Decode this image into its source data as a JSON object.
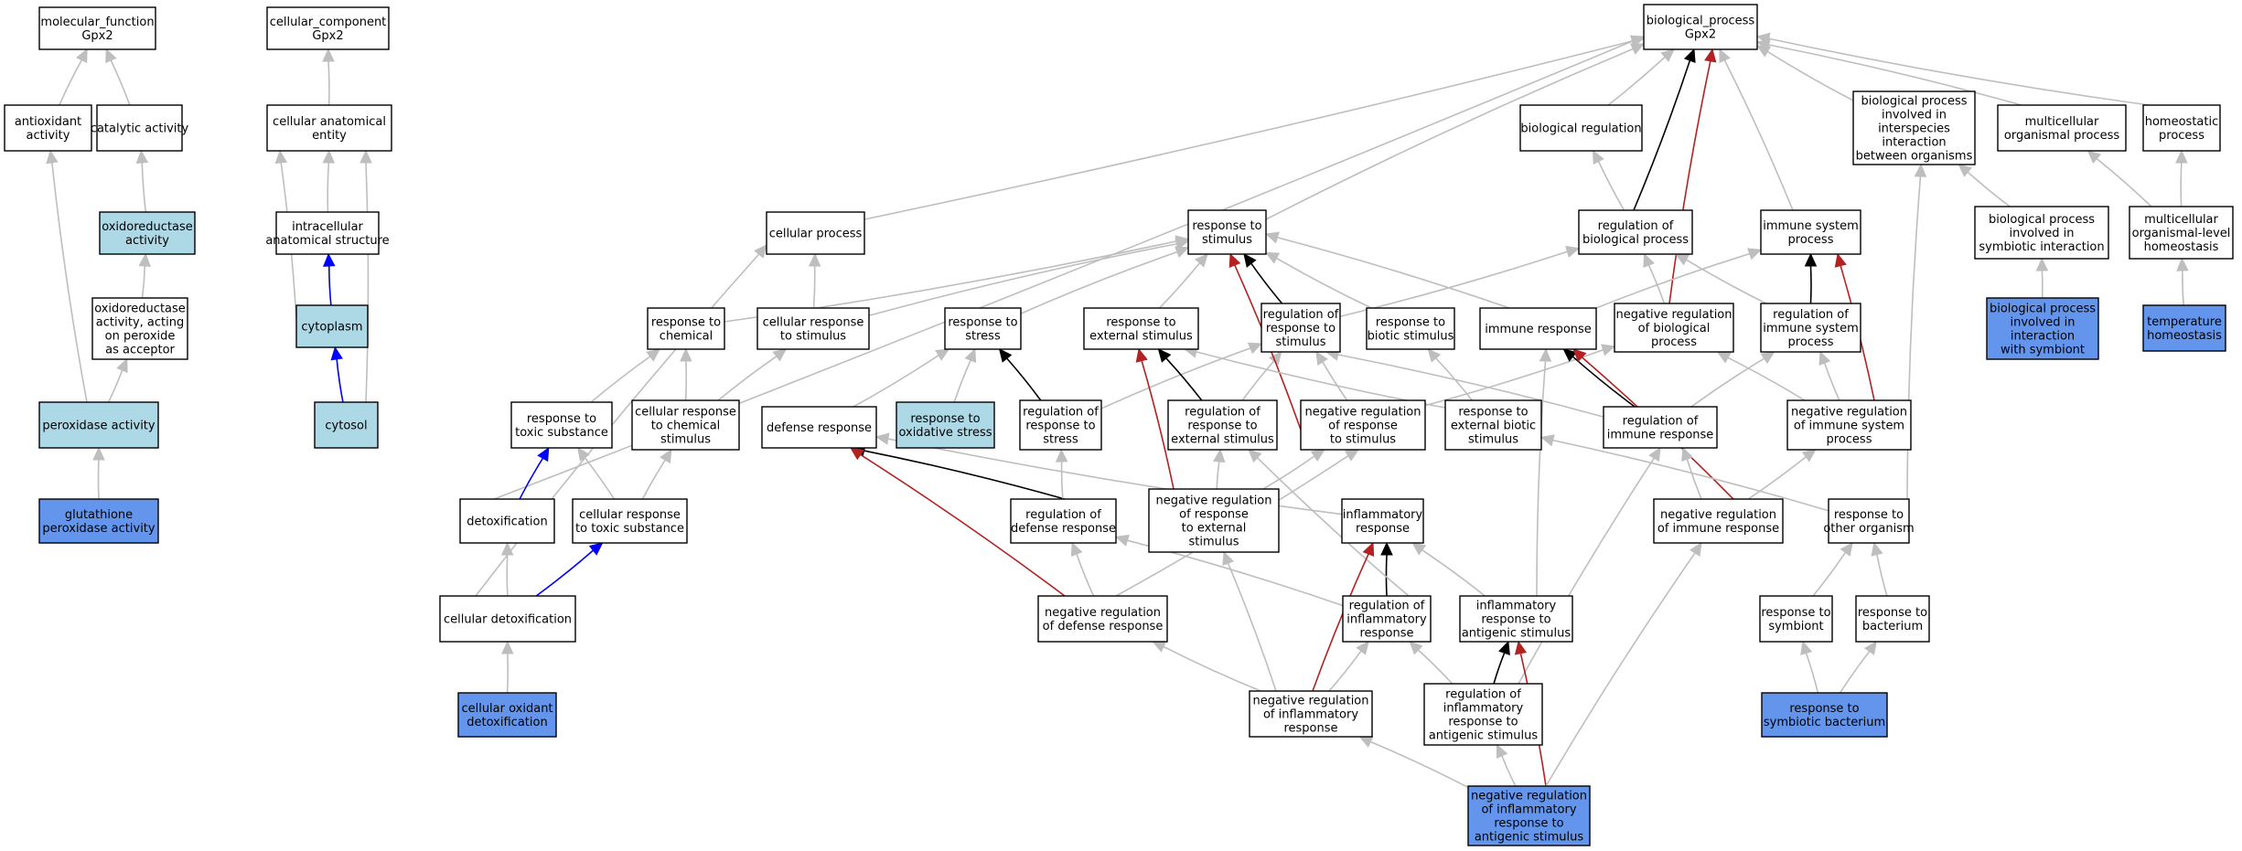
{
  "colors": {
    "background": "#ffffff",
    "default_fill": "#ffffff",
    "light_fill": "#add8e6",
    "dark_fill": "#6495ed",
    "gray_edge": "#bebebe",
    "black_edge": "#000000",
    "red_edge": "#b22222",
    "blue_edge": "#0000ff"
  },
  "nodes": [
    {
      "id": "mf",
      "lines": [
        "molecular_function",
        "Gpx2"
      ],
      "style": "default"
    },
    {
      "id": "aox",
      "lines": [
        "antioxidant",
        "activity"
      ],
      "style": "default"
    },
    {
      "id": "cat",
      "lines": [
        "catalytic activity"
      ],
      "style": "default"
    },
    {
      "id": "oxr",
      "lines": [
        "oxidoreductase",
        "activity"
      ],
      "style": "light"
    },
    {
      "id": "oxp",
      "lines": [
        "oxidoreductase",
        "activity, acting",
        "on peroxide",
        "as acceptor"
      ],
      "style": "default"
    },
    {
      "id": "perox",
      "lines": [
        "peroxidase activity"
      ],
      "style": "light"
    },
    {
      "id": "gpx",
      "lines": [
        "glutathione",
        "peroxidase activity"
      ],
      "style": "dark"
    },
    {
      "id": "cc",
      "lines": [
        "cellular_component",
        "Gpx2"
      ],
      "style": "default"
    },
    {
      "id": "cae",
      "lines": [
        "cellular anatomical",
        "entity"
      ],
      "style": "default"
    },
    {
      "id": "ias",
      "lines": [
        "intracellular",
        "anatomical structure"
      ],
      "style": "default"
    },
    {
      "id": "cyto",
      "lines": [
        "cytoplasm"
      ],
      "style": "light"
    },
    {
      "id": "cytosol",
      "lines": [
        "cytosol"
      ],
      "style": "light"
    },
    {
      "id": "bp",
      "lines": [
        "biological_process",
        "Gpx2"
      ],
      "style": "default"
    },
    {
      "id": "breg",
      "lines": [
        "biological regulation"
      ],
      "style": "default"
    },
    {
      "id": "bpinter",
      "lines": [
        "biological process",
        "involved in",
        "interspecies",
        "interaction",
        "between organisms"
      ],
      "style": "default"
    },
    {
      "id": "multi",
      "lines": [
        "multicellular",
        "organismal process"
      ],
      "style": "default"
    },
    {
      "id": "homeo",
      "lines": [
        "homeostatic",
        "process"
      ],
      "style": "default"
    },
    {
      "id": "cproc",
      "lines": [
        "cellular process"
      ],
      "style": "default"
    },
    {
      "id": "rstim",
      "lines": [
        "response to",
        "stimulus"
      ],
      "style": "default"
    },
    {
      "id": "regbp",
      "lines": [
        "regulation of",
        "biological process"
      ],
      "style": "default"
    },
    {
      "id": "imsys",
      "lines": [
        "immune system",
        "process"
      ],
      "style": "default"
    },
    {
      "id": "bpsym",
      "lines": [
        "biological process",
        "involved in",
        "symbiotic interaction"
      ],
      "style": "default"
    },
    {
      "id": "mlh",
      "lines": [
        "multicellular",
        "organismal-level",
        "homeostasis"
      ],
      "style": "default"
    },
    {
      "id": "bpiws",
      "lines": [
        "biological process",
        "involved in",
        "interaction",
        "with symbiont"
      ],
      "style": "dark"
    },
    {
      "id": "temph",
      "lines": [
        "temperature",
        "homeostasis"
      ],
      "style": "dark"
    },
    {
      "id": "rchem",
      "lines": [
        "response to",
        "chemical"
      ],
      "style": "default"
    },
    {
      "id": "crstim",
      "lines": [
        "cellular response",
        "to stimulus"
      ],
      "style": "default"
    },
    {
      "id": "rstress",
      "lines": [
        "response to",
        "stress"
      ],
      "style": "default"
    },
    {
      "id": "rext",
      "lines": [
        "response to",
        "external stimulus"
      ],
      "style": "default"
    },
    {
      "id": "regrs",
      "lines": [
        "regulation of",
        "response to",
        "stimulus"
      ],
      "style": "default"
    },
    {
      "id": "rbio",
      "lines": [
        "response to",
        "biotic stimulus"
      ],
      "style": "default"
    },
    {
      "id": "imresp",
      "lines": [
        "immune response"
      ],
      "style": "default"
    },
    {
      "id": "negbp",
      "lines": [
        "negative regulation",
        "of biological",
        "process"
      ],
      "style": "default"
    },
    {
      "id": "regims",
      "lines": [
        "regulation of",
        "immune system",
        "process"
      ],
      "style": "default"
    },
    {
      "id": "rtox",
      "lines": [
        "response to",
        "toxic substance"
      ],
      "style": "default"
    },
    {
      "id": "crchem",
      "lines": [
        "cellular response",
        "to chemical",
        "stimulus"
      ],
      "style": "default"
    },
    {
      "id": "defr",
      "lines": [
        "defense response"
      ],
      "style": "default"
    },
    {
      "id": "roxs",
      "lines": [
        "response to",
        "oxidative stress"
      ],
      "style": "light"
    },
    {
      "id": "regrstress",
      "lines": [
        "regulation of",
        "response to",
        "stress"
      ],
      "style": "default"
    },
    {
      "id": "regrext",
      "lines": [
        "regulation of",
        "response to",
        "external stimulus"
      ],
      "style": "default"
    },
    {
      "id": "negrs",
      "lines": [
        "negative regulation",
        "of response",
        "to stimulus"
      ],
      "style": "default"
    },
    {
      "id": "rextbio",
      "lines": [
        "response to",
        "external biotic",
        "stimulus"
      ],
      "style": "default"
    },
    {
      "id": "regimr",
      "lines": [
        "regulation of",
        "immune response"
      ],
      "style": "default"
    },
    {
      "id": "negims",
      "lines": [
        "negative regulation",
        "of immune system",
        "process"
      ],
      "style": "default"
    },
    {
      "id": "detox",
      "lines": [
        "detoxification"
      ],
      "style": "default"
    },
    {
      "id": "crtox",
      "lines": [
        "cellular response",
        "to toxic substance"
      ],
      "style": "default"
    },
    {
      "id": "regdef",
      "lines": [
        "regulation of",
        "defense response"
      ],
      "style": "default"
    },
    {
      "id": "negrext",
      "lines": [
        "negative regulation",
        "of response",
        "to external",
        "stimulus"
      ],
      "style": "default"
    },
    {
      "id": "inflr",
      "lines": [
        "inflammatory",
        "response"
      ],
      "style": "default"
    },
    {
      "id": "negimr",
      "lines": [
        "negative regulation",
        "of immune response"
      ],
      "style": "default"
    },
    {
      "id": "rother",
      "lines": [
        "response to",
        "other organism"
      ],
      "style": "default"
    },
    {
      "id": "cdetox",
      "lines": [
        "cellular detoxification"
      ],
      "style": "default"
    },
    {
      "id": "negdef",
      "lines": [
        "negative regulation",
        "of defense response"
      ],
      "style": "default"
    },
    {
      "id": "reginfl",
      "lines": [
        "regulation of",
        "inflammatory",
        "response"
      ],
      "style": "default"
    },
    {
      "id": "inflant",
      "lines": [
        "inflammatory",
        "response to",
        "antigenic stimulus"
      ],
      "style": "default"
    },
    {
      "id": "rsym",
      "lines": [
        "response to",
        "symbiont"
      ],
      "style": "default"
    },
    {
      "id": "rbact",
      "lines": [
        "response to",
        "bacterium"
      ],
      "style": "default"
    },
    {
      "id": "cox",
      "lines": [
        "cellular oxidant",
        "detoxification"
      ],
      "style": "dark"
    },
    {
      "id": "neginfl",
      "lines": [
        "negative regulation",
        "of inflammatory",
        "response"
      ],
      "style": "default"
    },
    {
      "id": "reginflant",
      "lines": [
        "regulation of",
        "inflammatory",
        "response to",
        "antigenic stimulus"
      ],
      "style": "default"
    },
    {
      "id": "rsymb",
      "lines": [
        "response to",
        "symbiotic bacterium"
      ],
      "style": "dark"
    },
    {
      "id": "target",
      "lines": [
        "negative regulation",
        "of inflammatory",
        "response to",
        "antigenic stimulus"
      ],
      "style": "dark"
    }
  ],
  "edges": [
    {
      "from": "aox",
      "to": "mf",
      "color": "gray"
    },
    {
      "from": "cat",
      "to": "mf",
      "color": "gray"
    },
    {
      "from": "oxr",
      "to": "cat",
      "color": "gray"
    },
    {
      "from": "oxp",
      "to": "oxr",
      "color": "gray"
    },
    {
      "from": "perox",
      "to": "aox",
      "color": "gray"
    },
    {
      "from": "perox",
      "to": "oxp",
      "color": "gray"
    },
    {
      "from": "gpx",
      "to": "perox",
      "color": "gray"
    },
    {
      "from": "cae",
      "to": "cc",
      "color": "gray"
    },
    {
      "from": "ias",
      "to": "cae",
      "color": "gray"
    },
    {
      "from": "cyto",
      "to": "cae",
      "color": "gray"
    },
    {
      "from": "cyto",
      "to": "ias",
      "color": "blue"
    },
    {
      "from": "cytosol",
      "to": "cae",
      "color": "gray"
    },
    {
      "from": "cytosol",
      "to": "cyto",
      "color": "blue"
    },
    {
      "from": "breg",
      "to": "bp",
      "color": "gray"
    },
    {
      "from": "bpinter",
      "to": "bp",
      "color": "gray"
    },
    {
      "from": "multi",
      "to": "bp",
      "color": "gray"
    },
    {
      "from": "homeo",
      "to": "bp",
      "color": "gray"
    },
    {
      "from": "cproc",
      "to": "bp",
      "color": "gray"
    },
    {
      "from": "rstim",
      "to": "bp",
      "color": "gray"
    },
    {
      "from": "regbp",
      "to": "bp",
      "color": "black"
    },
    {
      "from": "regbp",
      "to": "breg",
      "color": "gray"
    },
    {
      "from": "imsys",
      "to": "bp",
      "color": "gray"
    },
    {
      "from": "negbp",
      "to": "bp",
      "color": "red"
    },
    {
      "from": "detox",
      "to": "bp",
      "color": "gray"
    },
    {
      "from": "bpsym",
      "to": "bpinter",
      "color": "gray"
    },
    {
      "from": "mlh",
      "to": "multi",
      "color": "gray"
    },
    {
      "from": "mlh",
      "to": "homeo",
      "color": "gray"
    },
    {
      "from": "bpiws",
      "to": "bpsym",
      "color": "gray"
    },
    {
      "from": "temph",
      "to": "mlh",
      "color": "gray"
    },
    {
      "from": "rchem",
      "to": "rstim",
      "color": "gray"
    },
    {
      "from": "crstim",
      "to": "rstim",
      "color": "gray"
    },
    {
      "from": "crstim",
      "to": "cproc",
      "color": "gray"
    },
    {
      "from": "rstress",
      "to": "rstim",
      "color": "gray"
    },
    {
      "from": "rext",
      "to": "rstim",
      "color": "gray"
    },
    {
      "from": "regrs",
      "to": "rstim",
      "color": "black"
    },
    {
      "from": "regrs",
      "to": "regbp",
      "color": "gray"
    },
    {
      "from": "rbio",
      "to": "rstim",
      "color": "gray"
    },
    {
      "from": "imresp",
      "to": "rstim",
      "color": "gray"
    },
    {
      "from": "imresp",
      "to": "imsys",
      "color": "gray"
    },
    {
      "from": "negbp",
      "to": "regbp",
      "color": "gray"
    },
    {
      "from": "regims",
      "to": "regbp",
      "color": "gray"
    },
    {
      "from": "regims",
      "to": "imsys",
      "color": "black"
    },
    {
      "from": "rtox",
      "to": "rchem",
      "color": "gray"
    },
    {
      "from": "crchem",
      "to": "rchem",
      "color": "gray"
    },
    {
      "from": "crchem",
      "to": "crstim",
      "color": "gray"
    },
    {
      "from": "defr",
      "to": "rstress",
      "color": "gray"
    },
    {
      "from": "roxs",
      "to": "rstress",
      "color": "gray"
    },
    {
      "from": "regrstress",
      "to": "rstress",
      "color": "black"
    },
    {
      "from": "regrstress",
      "to": "regrs",
      "color": "gray"
    },
    {
      "from": "regrext",
      "to": "rext",
      "color": "black"
    },
    {
      "from": "regrext",
      "to": "regrs",
      "color": "gray"
    },
    {
      "from": "negrs",
      "to": "rstim",
      "color": "red"
    },
    {
      "from": "negrs",
      "to": "regrs",
      "color": "gray"
    },
    {
      "from": "negrs",
      "to": "negbp",
      "color": "gray"
    },
    {
      "from": "rextbio",
      "to": "rext",
      "color": "gray"
    },
    {
      "from": "rextbio",
      "to": "rbio",
      "color": "gray"
    },
    {
      "from": "regimr",
      "to": "imresp",
      "color": "black"
    },
    {
      "from": "regimr",
      "to": "regrs",
      "color": "gray"
    },
    {
      "from": "regimr",
      "to": "regims",
      "color": "gray"
    },
    {
      "from": "negims",
      "to": "imsys",
      "color": "red"
    },
    {
      "from": "negims",
      "to": "regims",
      "color": "gray"
    },
    {
      "from": "negims",
      "to": "negbp",
      "color": "gray"
    },
    {
      "from": "detox",
      "to": "rtox",
      "color": "blue"
    },
    {
      "from": "crtox",
      "to": "rtox",
      "color": "gray"
    },
    {
      "from": "crtox",
      "to": "crchem",
      "color": "gray"
    },
    {
      "from": "regdef",
      "to": "defr",
      "color": "black"
    },
    {
      "from": "regdef",
      "to": "regrstress",
      "color": "gray"
    },
    {
      "from": "negrext",
      "to": "rext",
      "color": "red"
    },
    {
      "from": "negrext",
      "to": "regrext",
      "color": "gray"
    },
    {
      "from": "negrext",
      "to": "negrs",
      "color": "gray"
    },
    {
      "from": "inflr",
      "to": "defr",
      "color": "gray"
    },
    {
      "from": "negimr",
      "to": "imresp",
      "color": "red"
    },
    {
      "from": "negimr",
      "to": "regimr",
      "color": "gray"
    },
    {
      "from": "negimr",
      "to": "negims",
      "color": "gray"
    },
    {
      "from": "rother",
      "to": "bpinter",
      "color": "gray"
    },
    {
      "from": "rother",
      "to": "rextbio",
      "color": "gray"
    },
    {
      "from": "cdetox",
      "to": "detox",
      "color": "gray"
    },
    {
      "from": "cdetox",
      "to": "crtox",
      "color": "blue"
    },
    {
      "from": "cdetox",
      "to": "cproc",
      "color": "gray"
    },
    {
      "from": "negdef",
      "to": "defr",
      "color": "red"
    },
    {
      "from": "negdef",
      "to": "regdef",
      "color": "gray"
    },
    {
      "from": "negdef",
      "to": "negrs",
      "color": "gray"
    },
    {
      "from": "reginfl",
      "to": "inflr",
      "color": "black"
    },
    {
      "from": "reginfl",
      "to": "regdef",
      "color": "gray"
    },
    {
      "from": "reginfl",
      "to": "regrext",
      "color": "gray"
    },
    {
      "from": "inflant",
      "to": "inflr",
      "color": "gray"
    },
    {
      "from": "inflant",
      "to": "imresp",
      "color": "gray"
    },
    {
      "from": "rsym",
      "to": "rother",
      "color": "gray"
    },
    {
      "from": "rbact",
      "to": "rother",
      "color": "gray"
    },
    {
      "from": "cox",
      "to": "cdetox",
      "color": "gray"
    },
    {
      "from": "neginfl",
      "to": "inflr",
      "color": "red"
    },
    {
      "from": "neginfl",
      "to": "reginfl",
      "color": "gray"
    },
    {
      "from": "neginfl",
      "to": "negdef",
      "color": "gray"
    },
    {
      "from": "neginfl",
      "to": "negrext",
      "color": "gray"
    },
    {
      "from": "reginflant",
      "to": "inflant",
      "color": "black"
    },
    {
      "from": "reginflant",
      "to": "reginfl",
      "color": "gray"
    },
    {
      "from": "reginflant",
      "to": "regimr",
      "color": "gray"
    },
    {
      "from": "rsymb",
      "to": "rsym",
      "color": "gray"
    },
    {
      "from": "rsymb",
      "to": "rbact",
      "color": "gray"
    },
    {
      "from": "target",
      "to": "inflant",
      "color": "red"
    },
    {
      "from": "target",
      "to": "reginflant",
      "color": "gray"
    },
    {
      "from": "target",
      "to": "neginfl",
      "color": "gray"
    },
    {
      "from": "target",
      "to": "negimr",
      "color": "gray"
    }
  ]
}
